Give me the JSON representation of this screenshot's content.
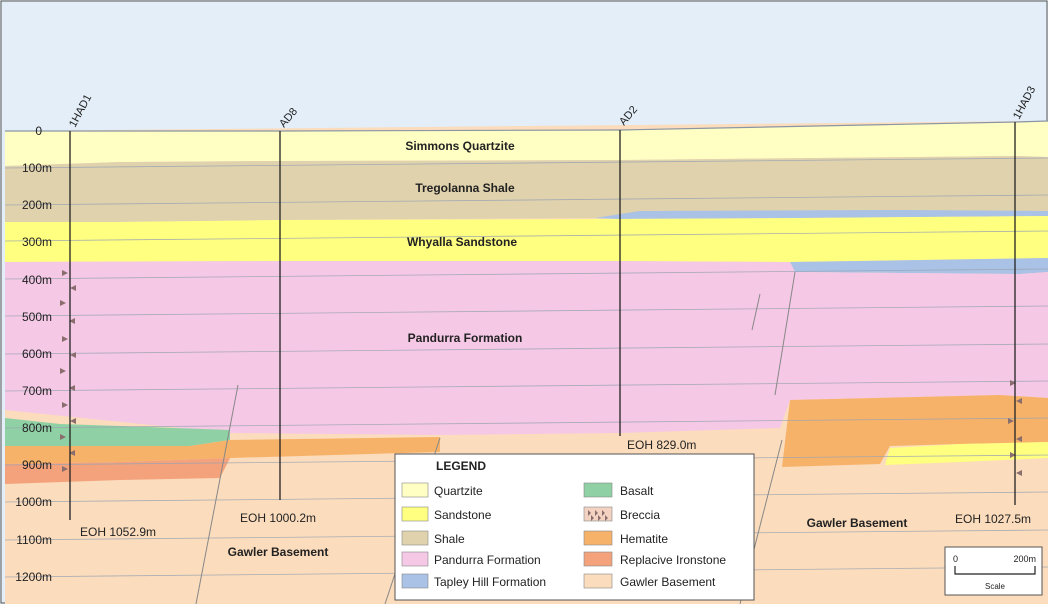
{
  "depth_labels": [
    "0",
    "100m",
    "200m",
    "300m",
    "400m",
    "500m",
    "600m",
    "700m",
    "800m",
    "900m",
    "1000m",
    "1100m",
    "1200m"
  ],
  "wells": [
    {
      "name": "1HAD1",
      "eoh": "EOH 1052.9m"
    },
    {
      "name": "AD8",
      "eoh": "EOH 1000.2m"
    },
    {
      "name": "AD2",
      "eoh": "EOH 829.0m"
    },
    {
      "name": "1HAD3",
      "eoh": "EOH 1027.5m"
    }
  ],
  "units": {
    "quartzite": "Simmons Quartzite",
    "shale": "Tregolanna Shale",
    "sandstone": "Whyalla Sandstone",
    "pandurra": "Pandurra Formation",
    "basement_left": "Gawler Basement",
    "basement_right": "Gawler Basement"
  },
  "legend": {
    "title": "LEGEND",
    "items": [
      {
        "label": "Quartzite",
        "color": "#ffffc4"
      },
      {
        "label": "Sandstone",
        "color": "#ffff80"
      },
      {
        "label": "Shale",
        "color": "#e0d2ad"
      },
      {
        "label": "Pandurra Formation",
        "color": "#f5c8e6"
      },
      {
        "label": "Tapley Hill Formation",
        "color": "#a9c2e6"
      },
      {
        "label": "Basalt",
        "color": "#8fd1a4"
      },
      {
        "label": "Breccia",
        "color": "#f3d2c2"
      },
      {
        "label": "Hematite",
        "color": "#f7b269"
      },
      {
        "label": "Replacive Ironstone",
        "color": "#f3a27c"
      },
      {
        "label": "Gawler Basement",
        "color": "#fbdcbc"
      }
    ]
  },
  "scale": {
    "start": "0",
    "end": "200m",
    "label": "Scale"
  },
  "colors": {
    "sky": "#e3eef8",
    "quartzite": "#ffffc4",
    "sandstone": "#ffff80",
    "shale": "#e0d2ad",
    "pandurra": "#f5c8e6",
    "tapley": "#a9c2e6",
    "basalt": "#8fd1a4",
    "hematite": "#f7b269",
    "ironstone": "#f3a27c",
    "basement": "#fbdcbc",
    "grid": "#9aa4b2",
    "text": "#222222"
  }
}
